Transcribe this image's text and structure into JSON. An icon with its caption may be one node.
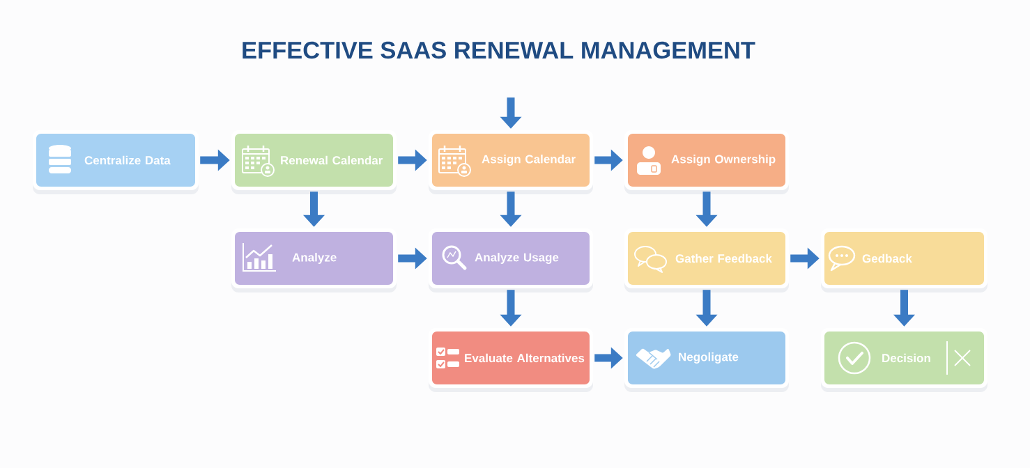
{
  "diagram": {
    "title": "EFFECTIVE SAAS RENEWAL MANAGEMENT",
    "nodes": [
      {
        "text": [
          "Centralize Data"
        ]
      },
      {
        "text": [
          "Renewal Calendar"
        ]
      },
      {
        "text": [
          "Assign Calendar"
        ]
      },
      {
        "text": [
          "Assign Ownership"
        ]
      },
      {
        "text": [
          "Analyze"
        ]
      },
      {
        "text": [
          "Analyze Usage"
        ]
      },
      {
        "text": [
          "Gather Feedback"
        ]
      },
      {
        "text": [
          "Gedback"
        ]
      },
      {
        "text": [
          "Evaluate Alternatives"
        ]
      },
      {
        "text": [
          "Negoligate"
        ]
      },
      {
        "text": [
          "Decision"
        ]
      }
    ],
    "edges": [
      {
        "from": null,
        "to": 2,
        "arrow": "to"
      },
      {
        "from": 0,
        "to": 1,
        "arrow": "to"
      },
      {
        "from": 1,
        "to": 2,
        "arrow": "to"
      },
      {
        "from": 2,
        "to": 3,
        "arrow": "to"
      },
      {
        "from": 1,
        "to": 4,
        "arrow": "to"
      },
      {
        "from": 2,
        "to": 5,
        "arrow": "to"
      },
      {
        "from": 3,
        "to": 6,
        "arrow": "to"
      },
      {
        "from": 4,
        "to": 5,
        "arrow": "to"
      },
      {
        "from": 6,
        "to": 7,
        "arrow": "to"
      },
      {
        "from": 5,
        "to": 8,
        "arrow": "to"
      },
      {
        "from": 6,
        "to": 9,
        "arrow": "to"
      },
      {
        "from": 7,
        "to": 10,
        "arrow": "to"
      },
      {
        "from": 8,
        "to": 9,
        "arrow": "to"
      }
    ]
  }
}
